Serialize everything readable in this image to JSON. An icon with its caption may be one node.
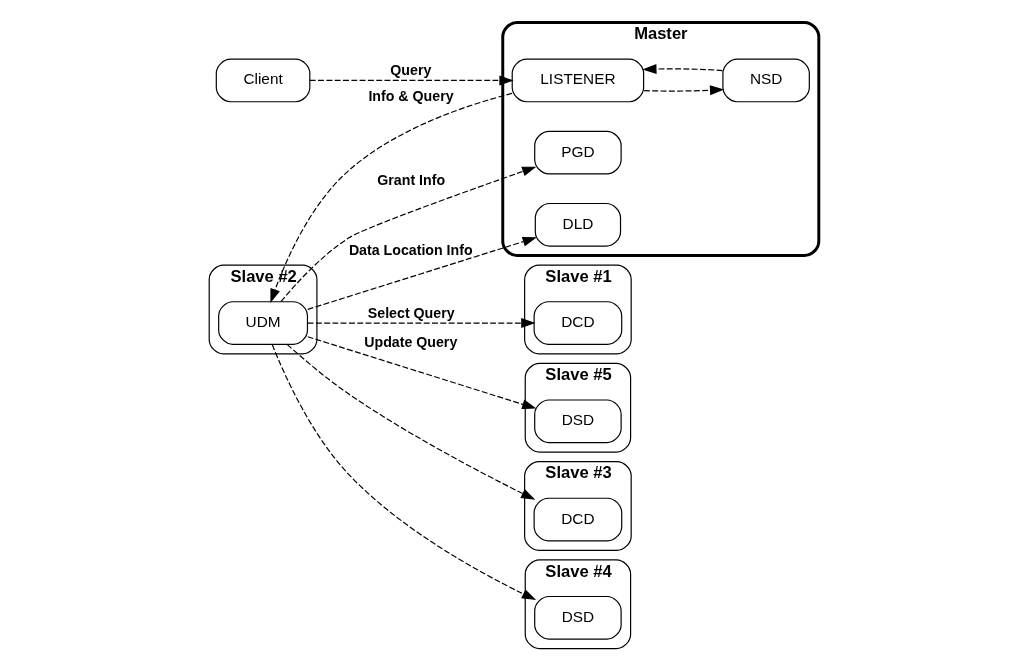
{
  "diagram": {
    "nodes": [
      {
        "text": [
          "Client"
        ]
      },
      {
        "text": [
          "Master"
        ]
      },
      {
        "text": [
          "LISTENER"
        ],
        "in": 1
      },
      {
        "text": [
          "NSD"
        ],
        "in": 1
      },
      {
        "text": [
          "PGD"
        ],
        "in": 1
      },
      {
        "text": [
          "DLD"
        ],
        "in": 1
      },
      {
        "text": [
          "Slave #1"
        ]
      },
      {
        "text": [
          "DCD"
        ],
        "in": 6
      },
      {
        "text": [
          "Slave #5"
        ]
      },
      {
        "text": [
          "DSD"
        ],
        "in": 8
      },
      {
        "text": [
          "Slave #2"
        ]
      },
      {
        "text": [
          "UDM"
        ],
        "in": 10
      },
      {
        "text": [
          "Slave #3"
        ]
      },
      {
        "text": [
          "DCD"
        ],
        "in": 12
      },
      {
        "text": [
          "Slave #4"
        ]
      },
      {
        "text": [
          "DSD"
        ],
        "in": 14
      }
    ],
    "edges": [
      {
        "from": 0,
        "to": 2,
        "arrow": "to",
        "label": "Query",
        "style": "dashed"
      },
      {
        "from": 2,
        "to": 3,
        "arrow": "to",
        "style": "dashed"
      },
      {
        "from": 3,
        "to": 2,
        "arrow": "to",
        "style": "dashed"
      },
      {
        "from": 2,
        "to": 11,
        "arrow": "to",
        "label": "Info & Query",
        "style": "dashed"
      },
      {
        "from": 11,
        "to": 4,
        "arrow": "to",
        "label": "Grant Info",
        "style": "dashed"
      },
      {
        "from": 11,
        "to": 5,
        "arrow": "to",
        "label": "Data Location Info",
        "style": "dashed"
      },
      {
        "from": 11,
        "to": 7,
        "arrow": "to",
        "label": "Select Query",
        "style": "dashed"
      },
      {
        "from": 11,
        "to": 13,
        "arrow": "to",
        "style": "dashed"
      },
      {
        "from": 11,
        "to": 9,
        "arrow": "to",
        "label": "Update Query",
        "style": "dashed"
      },
      {
        "from": 11,
        "to": 15,
        "arrow": "to",
        "style": "dashed"
      }
    ]
  }
}
